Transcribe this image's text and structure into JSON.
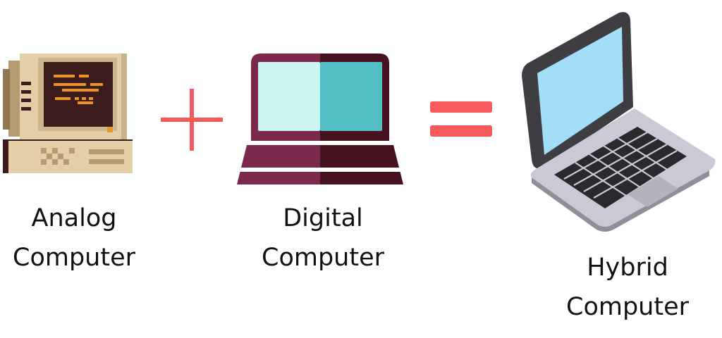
{
  "items": [
    {
      "line1": "Analog",
      "line2": "Computer",
      "icon": "retro-computer-icon"
    },
    {
      "line1": "Digital",
      "line2": "Computer",
      "icon": "laptop-front-icon"
    },
    {
      "line1": "Hybrid",
      "line2": "Computer",
      "icon": "laptop-angled-icon"
    }
  ],
  "operators": {
    "plus": "plus",
    "equals": "equals"
  },
  "colors": {
    "operator": "#f75a5a",
    "analog_casing": "#e2cfa8",
    "analog_shadow": "#b59a72",
    "analog_screen": "#3b1c1a",
    "analog_text": "#e9922b",
    "digital_frame_left": "#7a294c",
    "digital_frame_right": "#46121f",
    "digital_screen_left": "#ccf4f1",
    "digital_screen_right": "#52bec4",
    "hybrid_body": "#c9cad6",
    "hybrid_bezel": "#3d3d42",
    "hybrid_screen": "#a3def7",
    "hybrid_keys": "#2a2a2e"
  }
}
